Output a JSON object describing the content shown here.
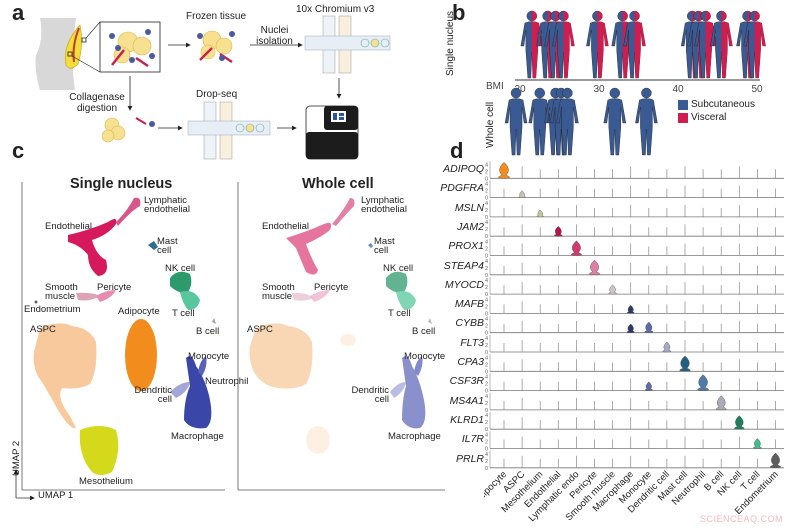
{
  "panels": {
    "a": "a",
    "b": "b",
    "c": "c",
    "d": "d"
  },
  "panel_a": {
    "frozen_tissue": "Frozen tissue",
    "nuclei_isolation": "Nuclei isolation",
    "chromium": "10x Chromium v3",
    "collagenase": "Collagenase digestion",
    "dropseq": "Drop-seq"
  },
  "panel_b": {
    "row_single": "Single nucleus",
    "row_whole": "Whole cell",
    "axis_label": "BMI",
    "ticks": [
      20,
      30,
      40,
      50
    ],
    "legend": [
      {
        "label": "Subcutaneous",
        "color": "#3a5a93"
      },
      {
        "label": "Visceral",
        "color": "#d01c4f"
      }
    ],
    "single_nucleus_bmi": [
      21.5,
      23.5,
      24.5,
      25.5,
      29.8,
      33,
      34.5,
      41.8,
      42.6,
      43.5,
      45.5,
      48.8,
      49.7
    ],
    "whole_cell_bmi": [
      19.5,
      22.5,
      24.5,
      25.2,
      26,
      32,
      36
    ]
  },
  "panel_c": {
    "title_single": "Single nucleus",
    "title_whole": "Whole cell",
    "umap1": "UMAP 1",
    "umap2": "UMAP 2",
    "labels_single": {
      "lymphatic": "Lymphatic endothelial",
      "endothelial": "Endothelial",
      "mast": "Mast cell",
      "nk": "NK cell",
      "smooth": "Smooth muscle",
      "pericyte": "Pericyte",
      "endometrium": "Endometrium",
      "adipocyte": "Adipocyte",
      "tcell": "T cell",
      "aspc": "ASPC",
      "bcell": "B cell",
      "monocyte": "Monocyte",
      "neutrophil": "Neutrophil",
      "dendritic": "Dendritic cell",
      "macrophage": "Macrophage",
      "mesothelium": "Mesothelium"
    },
    "labels_whole": {
      "lymphatic": "Lymphatic endothelial",
      "endothelial": "Endothelial",
      "mast": "Mast cell",
      "nk": "NK cell",
      "smooth": "Smooth muscle",
      "pericyte": "Pericyte",
      "tcell": "T cell",
      "aspc": "ASPC",
      "bcell": "B cell",
      "monocyte": "Monocyte",
      "dendritic": "Dendritic cell",
      "macrophage": "Macrophage"
    },
    "colors": {
      "endothelial": "#d6195c",
      "lymphatic": "#d9568a",
      "mast": "#2b6f95",
      "nk": "#2d9a6e",
      "tcell": "#58c79d",
      "smooth": "#dca3b6",
      "pericyte": "#e48db0",
      "adipocyte": "#f28c1c",
      "aspc": "#f7c99c",
      "mesothelium": "#d4d91c",
      "macrophage": "#3a46a8",
      "monocyte": "#5a63b8",
      "dendritic": "#a3a6d8",
      "bcell": "#9aa6b2"
    }
  },
  "panel_d": {
    "y_ticks": [
      "0",
      "2",
      "4"
    ],
    "cell_types": [
      "Adipocyte",
      "ASPC",
      "Mesothelium",
      "Endothelial",
      "Lymphatic endo",
      "Pericyte",
      "Smooth muscle",
      "Macrophage",
      "Monocyte",
      "Dendritic cell",
      "Mast cell",
      "Neutrophil",
      "B cell",
      "NK cell",
      "T cell",
      "Endometrium"
    ],
    "genes": [
      {
        "name": "ADIPOQ",
        "expressed_in": [
          {
            "cell": 0,
            "level": 1.0,
            "color": "#f28c1c"
          }
        ]
      },
      {
        "name": "PDGFRA",
        "expressed_in": [
          {
            "cell": 1,
            "level": 0.25,
            "color": "#c9c0b6"
          }
        ]
      },
      {
        "name": "MSLN",
        "expressed_in": [
          {
            "cell": 2,
            "level": 0.25,
            "color": "#c9c79a"
          }
        ]
      },
      {
        "name": "JAM2",
        "expressed_in": [
          {
            "cell": 3,
            "level": 0.5,
            "color": "#b0164d"
          }
        ]
      },
      {
        "name": "PROX1",
        "expressed_in": [
          {
            "cell": 4,
            "level": 0.9,
            "color": "#d13a6e"
          }
        ]
      },
      {
        "name": "STEAP4",
        "expressed_in": [
          {
            "cell": 5,
            "level": 0.9,
            "color": "#e07fa3"
          }
        ]
      },
      {
        "name": "MYOCD",
        "expressed_in": [
          {
            "cell": 6,
            "level": 0.45,
            "color": "#cfc3c8"
          }
        ]
      },
      {
        "name": "MAFB",
        "expressed_in": [
          {
            "cell": 7,
            "level": 0.35,
            "color": "#2c3a6a"
          }
        ]
      },
      {
        "name": "CYBB",
        "expressed_in": [
          {
            "cell": 7,
            "level": 0.4,
            "color": "#2c3a6a"
          },
          {
            "cell": 8,
            "level": 0.55,
            "color": "#5c6aa6"
          }
        ]
      },
      {
        "name": "FLT3",
        "expressed_in": [
          {
            "cell": 9,
            "level": 0.5,
            "color": "#a7aac9"
          }
        ]
      },
      {
        "name": "CPA3",
        "expressed_in": [
          {
            "cell": 10,
            "level": 0.95,
            "color": "#23607f"
          }
        ]
      },
      {
        "name": "CSF3R",
        "expressed_in": [
          {
            "cell": 8,
            "level": 0.4,
            "color": "#5c6aa6"
          },
          {
            "cell": 11,
            "level": 1.0,
            "color": "#4f79a8"
          }
        ]
      },
      {
        "name": "MS4A1",
        "expressed_in": [
          {
            "cell": 12,
            "level": 0.85,
            "color": "#a9acb8"
          }
        ]
      },
      {
        "name": "KLRD1",
        "expressed_in": [
          {
            "cell": 13,
            "level": 0.8,
            "color": "#1f7e5c"
          }
        ]
      },
      {
        "name": "IL7R",
        "expressed_in": [
          {
            "cell": 14,
            "level": 0.5,
            "color": "#49b98f"
          }
        ]
      },
      {
        "name": "PRLR",
        "expressed_in": [
          {
            "cell": 15,
            "level": 0.9,
            "color": "#5d5d5d"
          }
        ]
      }
    ]
  },
  "watermark": "SCIENCEAQ.COM"
}
